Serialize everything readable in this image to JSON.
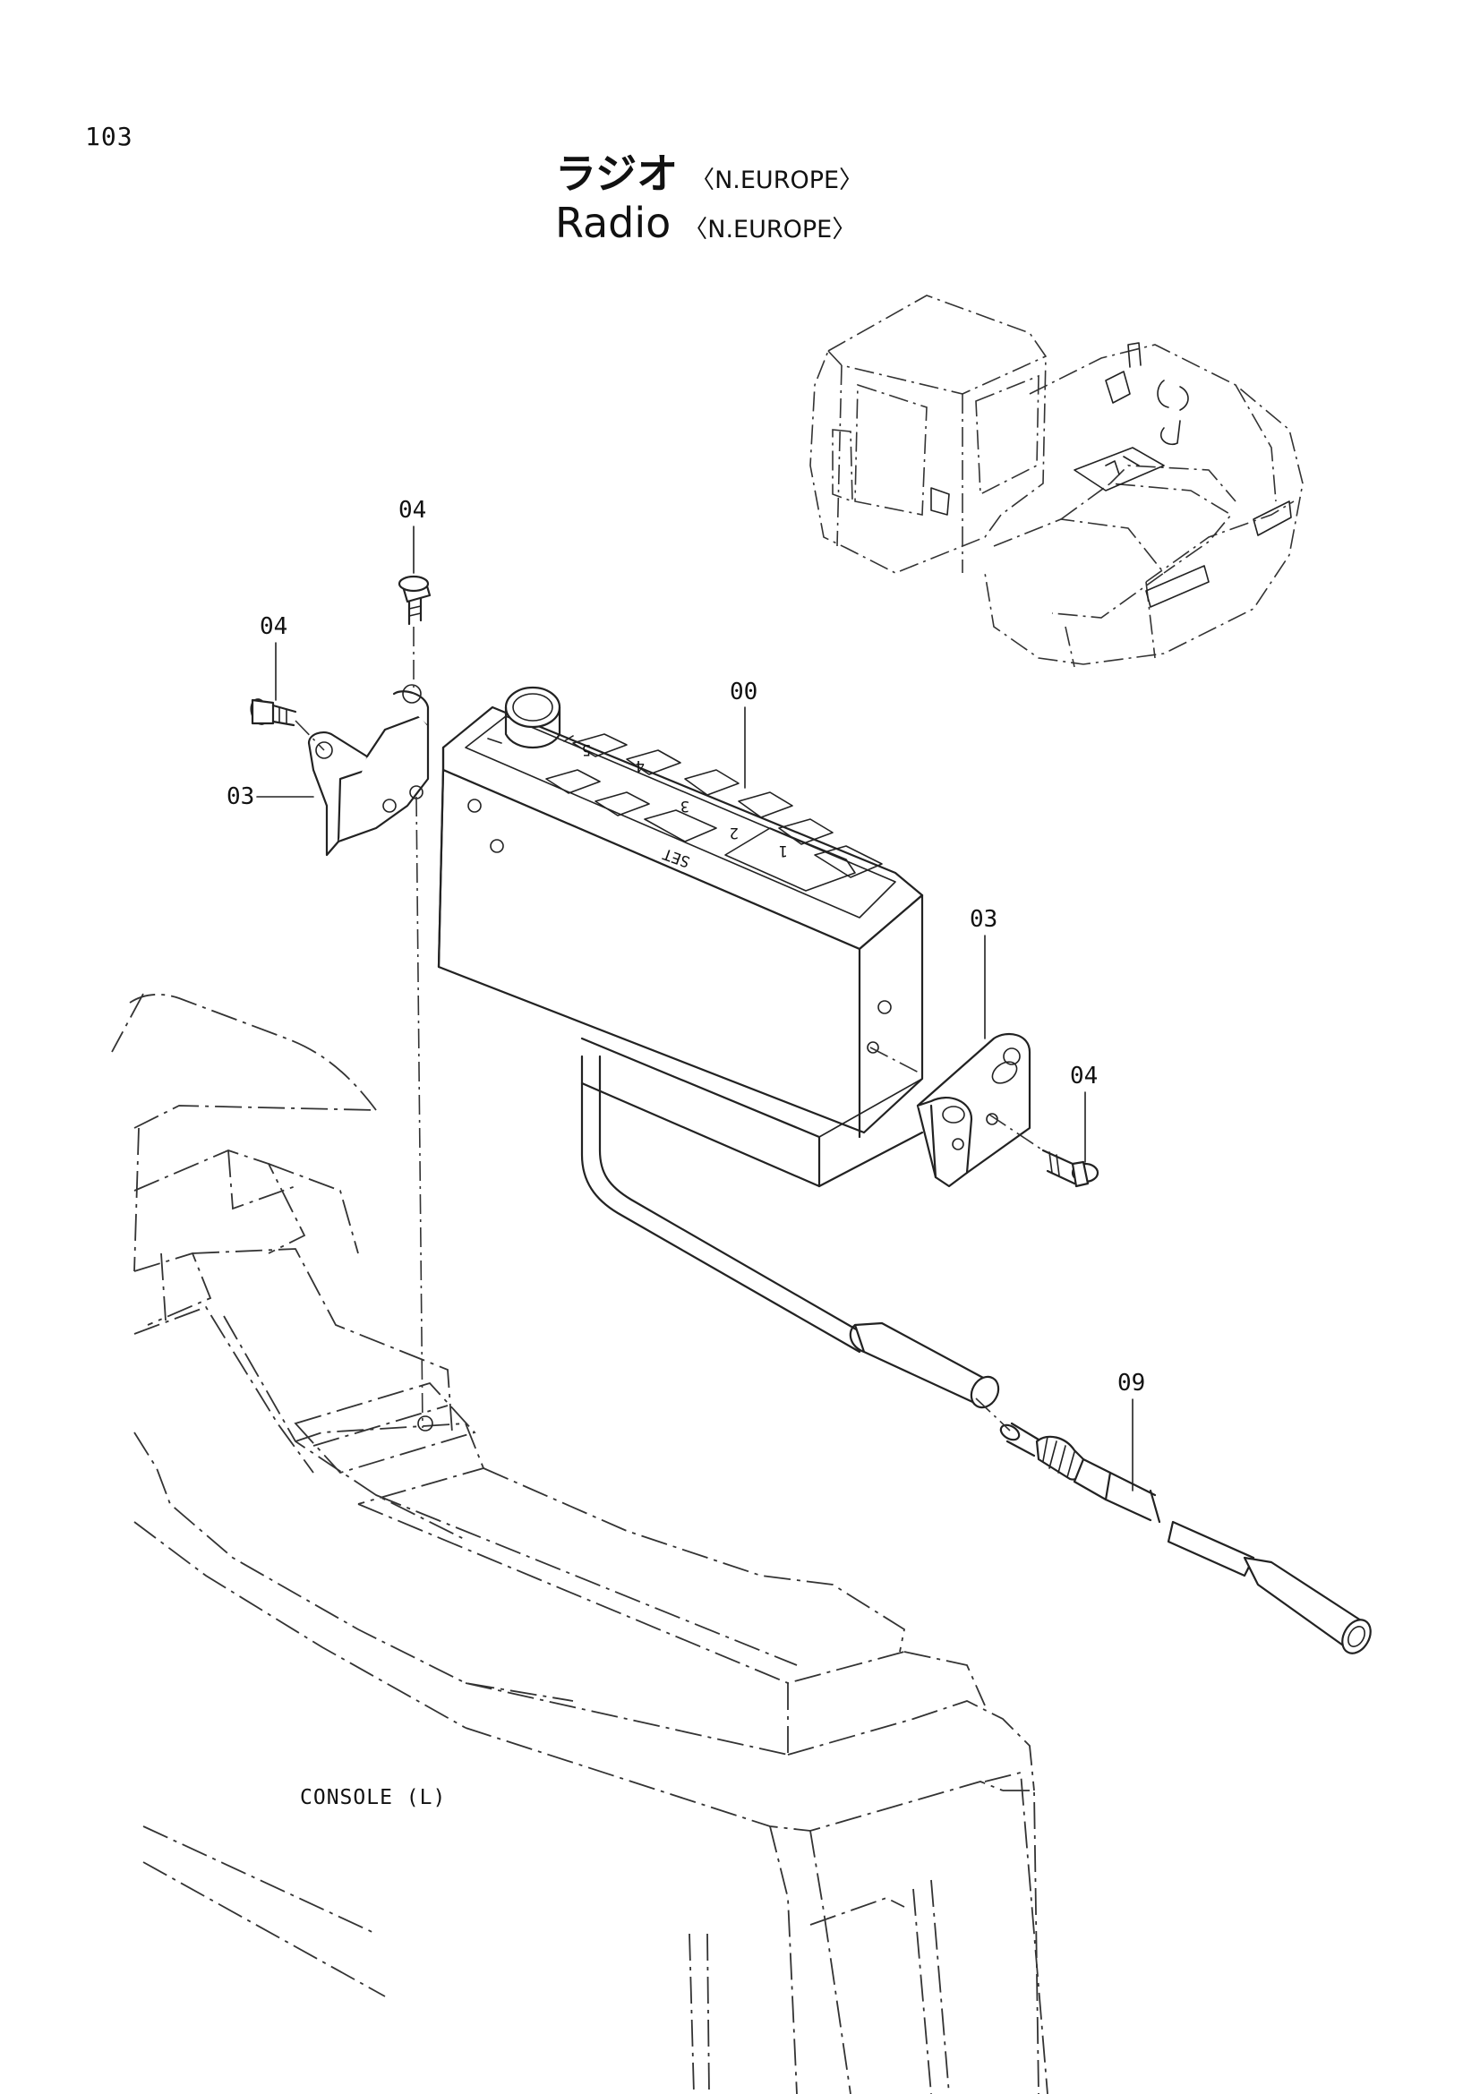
{
  "page_number": "103",
  "title_ja": {
    "text": "ラジオ",
    "region": "〈N.EUROPE〉"
  },
  "title_en": {
    "text": "Radio",
    "region": "〈N.EUROPE〉"
  },
  "callouts": {
    "radio": "00",
    "bracket_left": "03",
    "bracket_right": "03",
    "screw_top": "04",
    "screw_left": "04",
    "screw_right": "04",
    "antenna_adapter": "09"
  },
  "radio_buttons": [
    "5",
    "4",
    "3",
    "2",
    "1",
    "SET"
  ],
  "console_label": "CONSOLE (L)",
  "icons": [
    "excavator-overview-icon",
    "screw-icon",
    "bracket-icon",
    "radio-unit-icon",
    "antenna-connector-icon"
  ]
}
